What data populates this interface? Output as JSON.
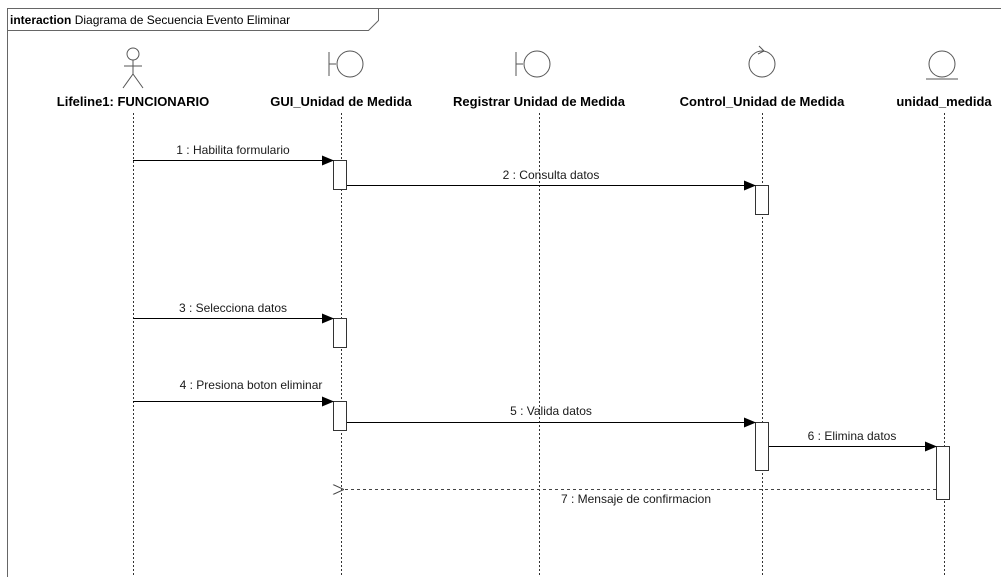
{
  "frame": {
    "keyword": "interaction",
    "title": "Diagrama de Secuencia Evento Eliminar"
  },
  "lifelines": [
    {
      "id": "funcionario",
      "label": "Lifeline1: FUNCIONARIO",
      "kind": "actor"
    },
    {
      "id": "gui",
      "label": "GUI_Unidad de Medida",
      "kind": "boundary"
    },
    {
      "id": "registrar",
      "label": "Registrar Unidad de Medida",
      "kind": "boundary"
    },
    {
      "id": "control",
      "label": "Control_Unidad de Medida",
      "kind": "control"
    },
    {
      "id": "entidad",
      "label": "unidad_medida",
      "kind": "entity"
    }
  ],
  "messages": [
    {
      "n": 1,
      "text": "1 : Habilita formulario",
      "from": "funcionario",
      "to": "gui",
      "type": "sync"
    },
    {
      "n": 2,
      "text": "2 : Consulta datos",
      "from": "gui",
      "to": "control",
      "type": "sync"
    },
    {
      "n": 3,
      "text": "3 : Selecciona datos",
      "from": "funcionario",
      "to": "gui",
      "type": "sync"
    },
    {
      "n": 4,
      "text": "4 : Presiona boton eliminar",
      "from": "funcionario",
      "to": "gui",
      "type": "sync"
    },
    {
      "n": 5,
      "text": "5 : Valida datos",
      "from": "gui",
      "to": "control",
      "type": "sync"
    },
    {
      "n": 6,
      "text": "6 : Elimina datos",
      "from": "control",
      "to": "entidad",
      "type": "sync"
    },
    {
      "n": 7,
      "text": "7 : Mensaje de confirmacion",
      "from": "entidad",
      "to": "gui",
      "type": "reply"
    }
  ]
}
